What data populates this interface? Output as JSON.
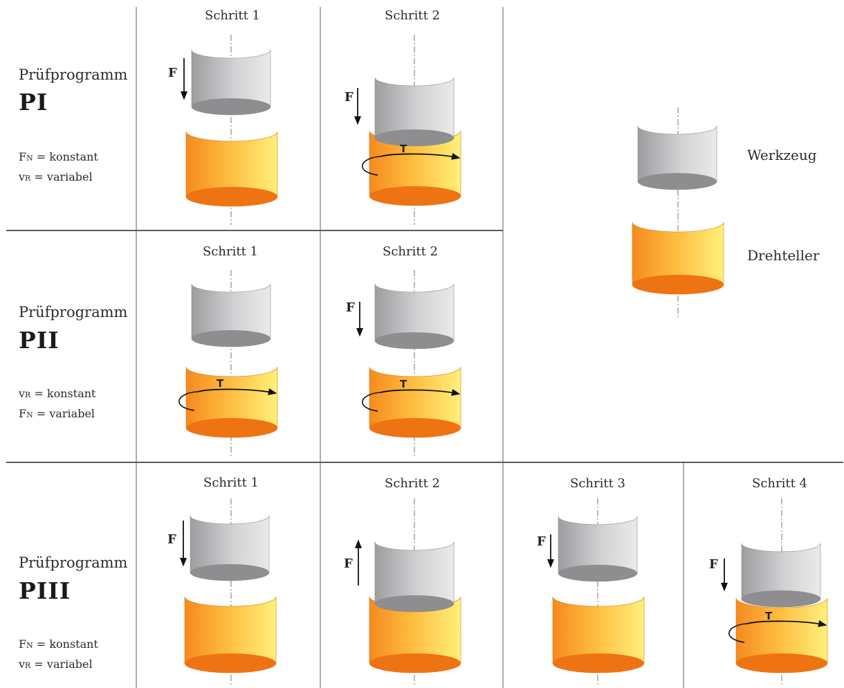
{
  "programs": [
    {
      "title": "Prüfprogramm",
      "code": "PI",
      "params": [
        {
          "sym": "F",
          "sub": "N",
          "val": "= konstant"
        },
        {
          "sym": "v",
          "sub": "R",
          "val": "= variabel"
        }
      ],
      "steps": [
        "Schritt 1",
        "Schritt 2"
      ]
    },
    {
      "title": "Prüfprogramm",
      "code": "PII",
      "params": [
        {
          "sym": "v",
          "sub": "R",
          "val": "= konstant"
        },
        {
          "sym": "F",
          "sub": "N",
          "val": "= variabel"
        }
      ],
      "steps": [
        "Schritt 1",
        "Schritt 2"
      ]
    },
    {
      "title": "Prüfprogramm",
      "code": "PIII",
      "params": [
        {
          "sym": "F",
          "sub": "N",
          "val": "= konstant"
        },
        {
          "sym": "v",
          "sub": "R",
          "val": "= variabel"
        }
      ],
      "steps": [
        "Schritt 1",
        "Schritt 2",
        "Schritt 3",
        "Schritt 4"
      ]
    }
  ],
  "symbols": {
    "force": "F",
    "torque": "T"
  },
  "legend": {
    "tool": "Werkzeug",
    "turntable": "Drehteller"
  },
  "colors": {
    "tool_light": "#e6e6e6",
    "tool_dark": "#9d9d9f",
    "tool_bottom": "#8e8e90",
    "plate_light": "#fff07a",
    "plate_mid": "#fdbb3e",
    "plate_dark": "#f58a1f",
    "plate_bottom": "#ee7313",
    "grid": "#5a5a5a",
    "arrow": "#111111"
  }
}
